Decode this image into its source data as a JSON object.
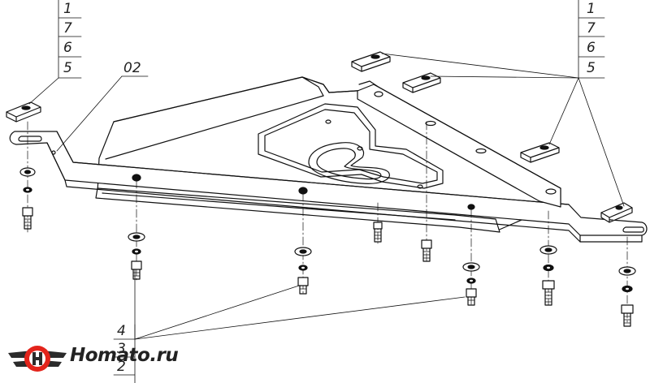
{
  "callouts": {
    "left_stack": [
      "1",
      "7",
      "6",
      "5"
    ],
    "right_stack": [
      "1",
      "7",
      "6",
      "5"
    ],
    "plate_label": "02",
    "bottom_stack": [
      "4",
      "3",
      "2"
    ]
  },
  "logo": {
    "text": "Homato.ru",
    "icon": "winged-wheel-logo-icon",
    "accent_color": "#e3241b",
    "dark_color": "#2b2b2b"
  }
}
